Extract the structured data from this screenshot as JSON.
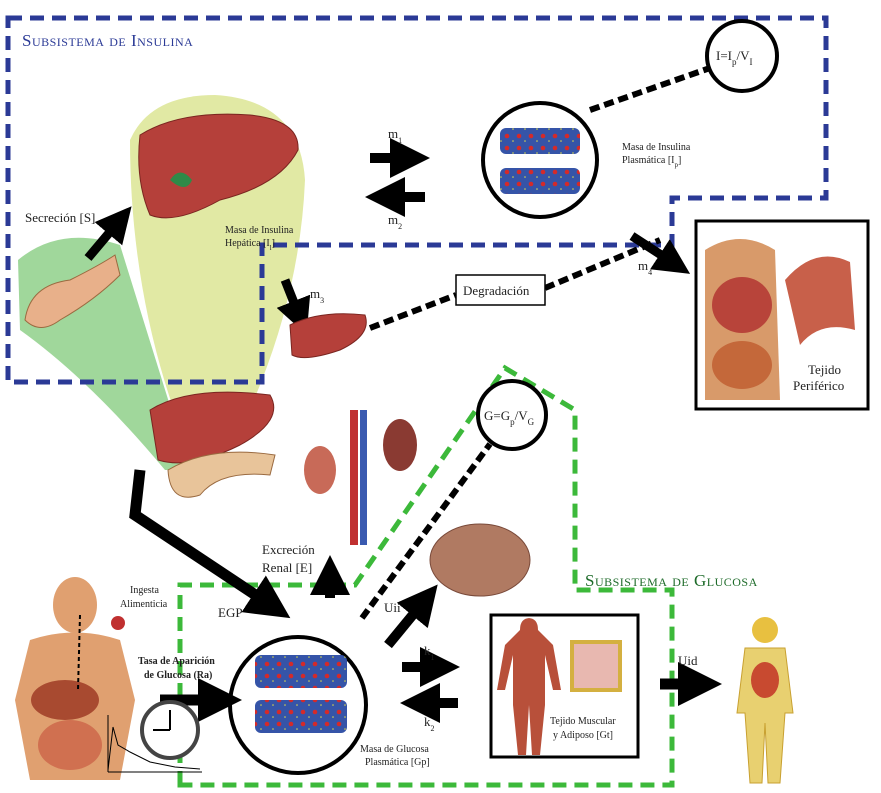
{
  "colors": {
    "insulin_box": "#2b3a96",
    "glucose_box": "#3cb93a",
    "liver_blob": "#e1e9a4",
    "pancreas_blob": "#8fd08a",
    "arrows": "#000000"
  },
  "insulin_subsystem": {
    "title": "Subsistema de Insulina",
    "concentration": {
      "lhs": "I=I",
      "sub1": "p",
      "mid": "/V",
      "sub2": "I"
    },
    "plasma_mass": {
      "line1": "Masa de Insulina",
      "line2": "Plasmática [I",
      "sub": "p",
      "end": "]"
    },
    "hepatic_mass": {
      "line1": "Masa de Insulina",
      "line2": "Hepática [I",
      "sub": "l",
      "end": "]"
    },
    "secretion": "Secreción [S]",
    "m1": {
      "base": "m",
      "sub": "1"
    },
    "m2": {
      "base": "m",
      "sub": "2"
    },
    "m3": {
      "base": "m",
      "sub": "3"
    },
    "m4": {
      "base": "m",
      "sub": "4"
    },
    "degradation": "Degradación",
    "peripheral": {
      "line1": "Tejido",
      "line2": "Periférico"
    }
  },
  "glucose_subsystem": {
    "title": "Subsistema de Glucosa",
    "concentration": {
      "lhs": "G=G",
      "sub1": "p",
      "mid": "/V",
      "sub2": "G"
    },
    "renal": {
      "line1": "Excreción",
      "line2": "Renal [E]"
    },
    "egp": "EGP",
    "uii": "Uii",
    "uid": "Uid",
    "k1": {
      "base": "k",
      "sub": "1"
    },
    "k2": {
      "base": "k",
      "sub": "2"
    },
    "intake": {
      "line1": "Ingesta",
      "line2": "Alimenticia"
    },
    "ra": {
      "line1": "Tasa de Aparición",
      "line2": "de Glucosa (Ra)"
    },
    "plasma_mass": {
      "line1": "Masa de Glucosa",
      "line2": "Plasmática [Gp]"
    },
    "tissue": {
      "line1": "Tejido Muscular",
      "line2": "y Adiposo [Gt]"
    }
  }
}
